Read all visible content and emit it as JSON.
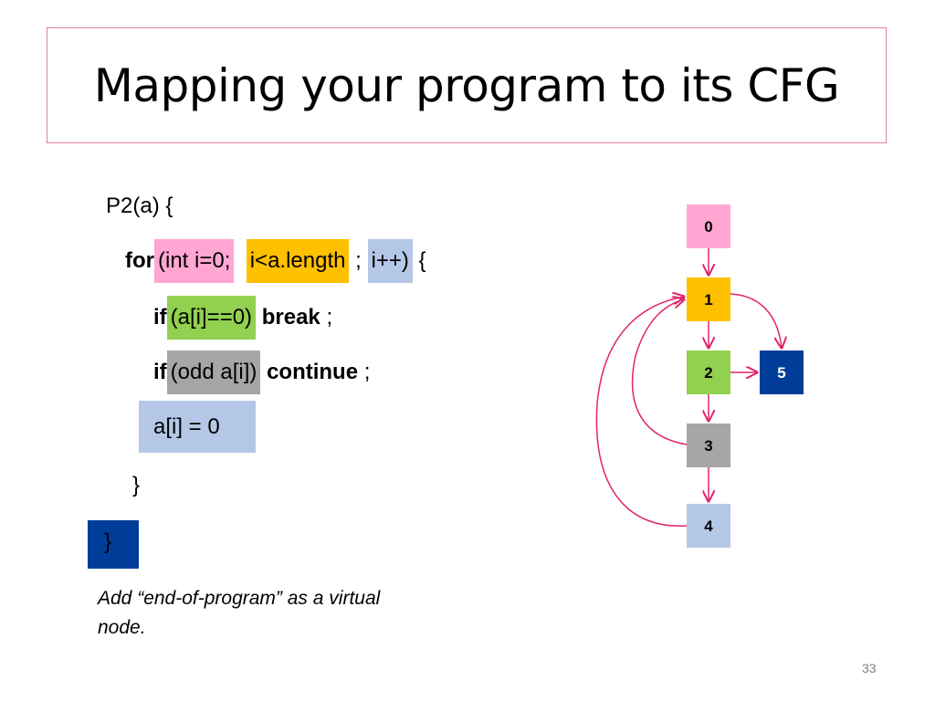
{
  "title": "Mapping your program to its CFG",
  "code": {
    "l1": "P2(a)  {",
    "l2": {
      "kw": "for",
      "init": " (int i=0;",
      "cond": " i<a.length",
      "semi": " ;",
      "incr": " i++)",
      "brace": "  {"
    },
    "l3": {
      "kw": "if",
      "cond": " (a[i]==0) ",
      "brk": "break",
      "semi": " ;"
    },
    "l4": {
      "kw": "if",
      "cond": " (odd a[i])",
      "cont": "continue",
      "semi": " ;"
    },
    "l5": "a[i] = 0",
    "l6": "}",
    "l7": "}"
  },
  "note": "Add “end-of-program” as a virtual node.",
  "page_number": "33",
  "graph": {
    "nodes": [
      {
        "id": "0",
        "color": "#ffa6d3",
        "text_color": "#000000"
      },
      {
        "id": "1",
        "color": "#ffc000",
        "text_color": "#000000"
      },
      {
        "id": "2",
        "color": "#92d050",
        "text_color": "#000000"
      },
      {
        "id": "3",
        "color": "#a6a6a6",
        "text_color": "#000000"
      },
      {
        "id": "4",
        "color": "#b4c7e7",
        "text_color": "#000000"
      },
      {
        "id": "5",
        "color": "#003d99",
        "text_color": "#ffffff"
      }
    ],
    "edges": [
      {
        "from": "0",
        "to": "1"
      },
      {
        "from": "1",
        "to": "2"
      },
      {
        "from": "2",
        "to": "3"
      },
      {
        "from": "3",
        "to": "4"
      },
      {
        "from": "2",
        "to": "5"
      },
      {
        "from": "1",
        "to": "5"
      },
      {
        "from": "3",
        "to": "1"
      },
      {
        "from": "4",
        "to": "1"
      }
    ],
    "edge_color": "#e0246e"
  }
}
